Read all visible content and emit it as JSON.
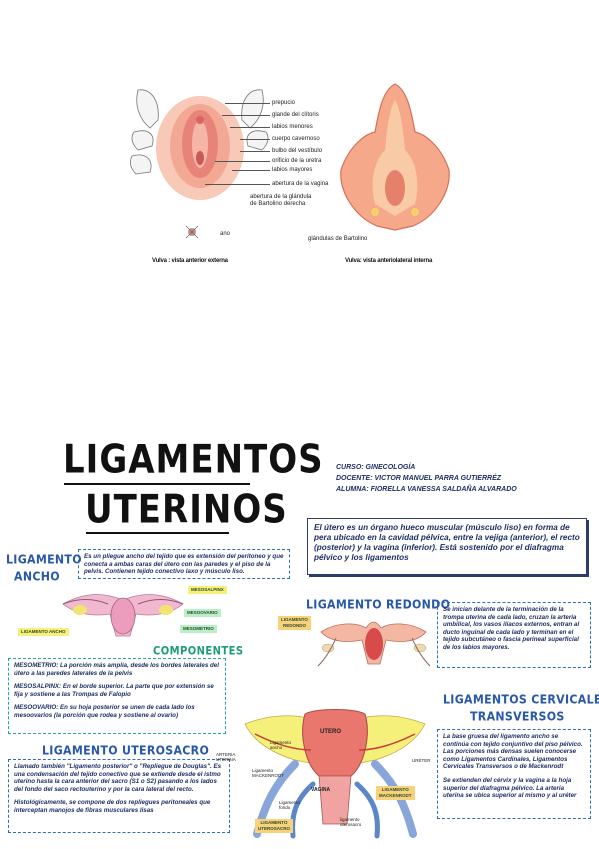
{
  "anatomy": {
    "labels": [
      "prepucio",
      "glande del clítoris",
      "labios menores",
      "cuerpo cavernoso",
      "bulbo del vestíbulo",
      "orificio de la uretra",
      "labios mayores",
      "abertura de la vagina"
    ],
    "bartolino_gland": "abertura de la glándula\nde Bartolino derecha",
    "bartolino_glands": "glándulas de Bartolino",
    "anus": "ano",
    "caption_left": "Vulva : vista anterior externa",
    "caption_right": "Vulva: vista anteriolateral interna"
  },
  "header": {
    "title_line1": "LIGAMENTOS",
    "title_line2": "UTERINOS",
    "course": "CURSO: GINECOLOGÍA",
    "teacher": "DOCENTE: VICTOR MANUEL PARRA GUTIERRÉZ",
    "student": "ALUMNA: FIORELLA VANESSA SALDAÑA ALVARADO"
  },
  "intro": "El útero es un órgano hueco muscular (músculo liso) en forma de pera ubicado en la cavidad pélvica, entre la vejiga (anterior), el recto (posterior) y la vagina (inferior). Está sostenido por el diafragma pélvico y los ligamentos",
  "ancho": {
    "title_line1": "LIGAMENTO",
    "title_line2": "ANCHO",
    "text": "Es un pliegue ancho del tejido que es extensión del peritoneo y que conecta a ambas caras del útero con las paredes y el piso de la pelvis. Contienen tejido conectivo laxo y músculo liso.",
    "labels": {
      "mesosalpinx": "MESOSALPINX",
      "mesoovario": "MESOOVARIO",
      "mesometrio": "MESOMETRIO",
      "ligamento": "LIGAMENTO ANCHO"
    }
  },
  "componentes": {
    "title": "COMPONENTES",
    "items": [
      "MESOMETRIO: La porción más amplia, desde los bordes laterales del útero a las paredes laterales de la pelvis",
      "MESOSALPINX: En el borde superior. La parte que por extensión se fija y sostiene a las Trompas de Falopio",
      "MESOOVARIO: En su hoja posterior se unen de cada lado los mesoovarios (la porción que rodea y sostiene al ovario)"
    ]
  },
  "redondo": {
    "title": "LIGAMENTO REDONDO",
    "label": "LIGAMENTO\nREDONDO",
    "text": "Se inician delante de la terminación de la trompa uterina de cada lado, cruzan la arteria umbilical, los vasos iliacos externos, entran al ducto inguinal de cada lado y terminan en el tejido subcutáneo o fascia perineal superficial de los labios mayores."
  },
  "cervicales": {
    "title_line1": "LIGAMENTOS CERVICALES",
    "title_line2": "TRANSVERSOS",
    "p1": "La base gruesa del ligamento ancho se continúa con tejido conjuntivo del piso pélvico. Las porciones más densas suelen conocerse como Ligamentos Cardinales, Ligamentos Cervicales Transversos o de Mackenrodt",
    "p2": "Se extienden del cérvix y la vagina a la hoja superior del diafragma pélvico. La arteria uterina se ubica superior al mismo y al uréter"
  },
  "uterosacro": {
    "title": "LIGAMENTO UTEROSACRO",
    "p1": "Llamado también \"Ligamento posterior\" o \"Repliegue de Douglas\". Es una condensación del tejido conectivo que se extiende desde el istmo uterino hasta la cara anterior del sacro (S1 o S2) pasando a los lados del fondo del saco rectouterino y por la cara lateral del recto.",
    "p2": "Histológicamente, se compone de dos repliegues peritoneales que interceptan manojos de fibras musculares lisas"
  },
  "center_diagram": {
    "utero": "UTERO",
    "arteria": "ARTERIA\nUTERINA",
    "ureter": "URÉTER",
    "ancho": "Ligamento\nancho",
    "mackenrodt_left": "Ligamento\nMACKENRODT",
    "mackenrodt_box": "LIGAMENTO\nMACKENRODT",
    "vagina": "VAGINA",
    "fondo": "Ligamento\nfondo",
    "uterosacro_label": "LIGAMENTO\nUTEROSACRO",
    "uterosacro_small": "ligamento\nuterosacro"
  }
}
